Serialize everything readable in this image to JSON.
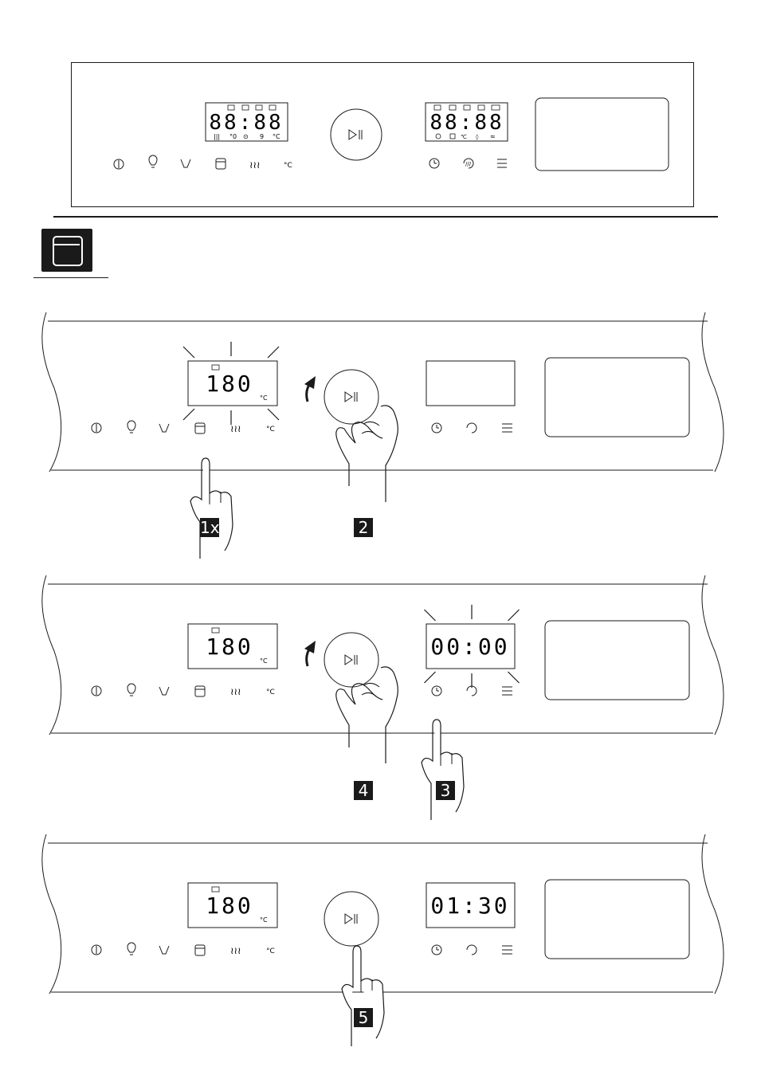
{
  "top_panel": {
    "left_display": "88:88",
    "right_display": "88:88",
    "left_buttons": [
      "power-icon",
      "light-icon",
      "steam-icon",
      "oven-function-icon",
      "heat-icon",
      "celsius-icon"
    ],
    "right_buttons": [
      "clock-icon",
      "program-icon",
      "menu-icon"
    ],
    "celsius_label": "°C"
  },
  "section_icon": "oven-function-icon",
  "steps": [
    {
      "temperature": "180",
      "temp_unit": "°C",
      "time_display": "",
      "badges": [
        {
          "label": "1x"
        },
        {
          "label": "2"
        }
      ]
    },
    {
      "temperature": "180",
      "temp_unit": "°C",
      "time_display": "00:00",
      "badges": [
        {
          "label": "4"
        },
        {
          "label": "3"
        }
      ]
    },
    {
      "temperature": "180",
      "temp_unit": "°C",
      "time_display": "01:30",
      "badges": [
        {
          "label": "5"
        }
      ]
    }
  ],
  "panel_celsius_label": "°C",
  "colors": {
    "ink": "#1a1a1a",
    "background": "#ffffff"
  }
}
